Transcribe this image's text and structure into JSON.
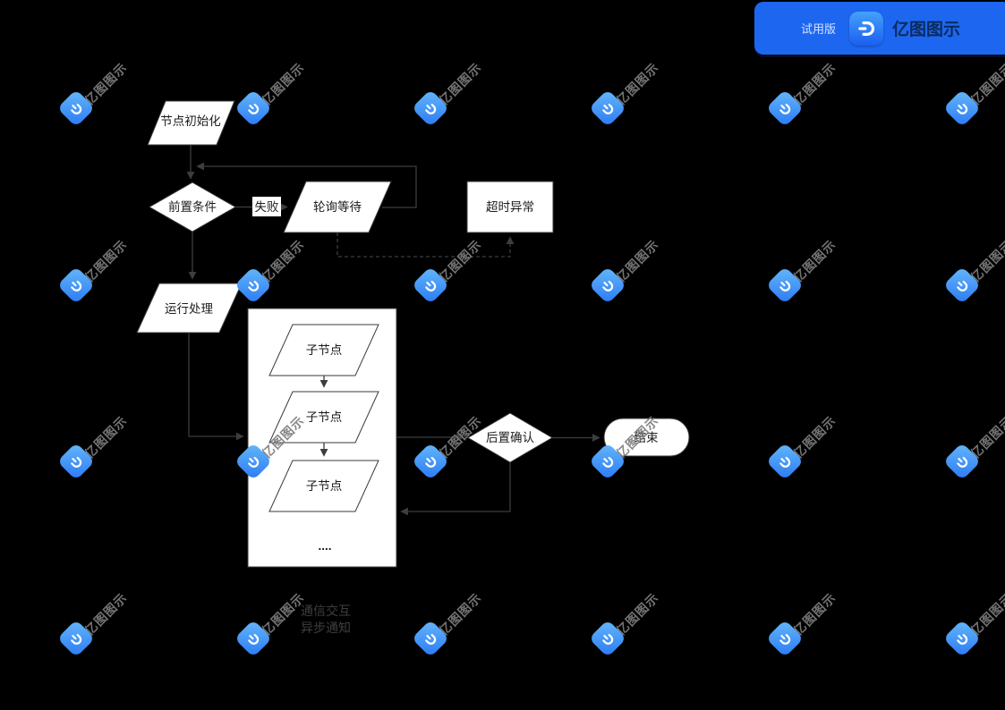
{
  "badge": {
    "trial_label": "试用版",
    "brand_name": "亿图图示"
  },
  "watermark": {
    "text": "亿图图示"
  },
  "diagram": {
    "nodes": {
      "init": "节点初始化",
      "precondition": "前置条件",
      "fail": "失败",
      "polling": "轮询等待",
      "timeout": "超时异常",
      "run": "运行处理",
      "child_1": "子节点",
      "child_2": "子节点",
      "child_3": "子节点",
      "more": "....",
      "post_confirm": "后置确认",
      "end": "结束"
    },
    "legend": {
      "comm": "通信交互",
      "async": "异步通知"
    }
  },
  "colors": {
    "canvas_bg": "#000000",
    "shape_fill": "#ffffff",
    "connector": "#3d3d3d",
    "badge_blue": "#1d67f0",
    "brand_text": "#0b2a5e",
    "logo_gradient_top": "#66b8fa",
    "logo_gradient_bottom": "#2a79f5"
  }
}
